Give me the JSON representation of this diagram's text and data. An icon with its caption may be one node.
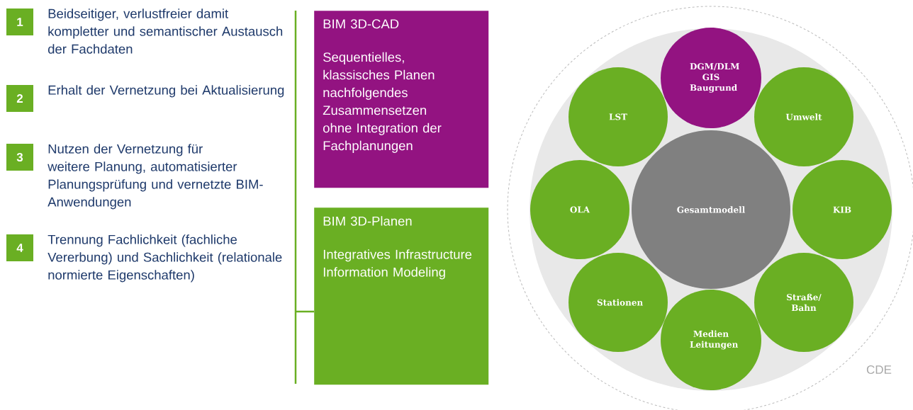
{
  "diagram": {
    "nodes": [
      {
        "text": [
          "1"
        ],
        "beside": [
          "Beidseitiger, verlustfreier damit kompletter und semantischer Austausch der Fachdaten"
        ]
      },
      {
        "text": [
          "2"
        ],
        "beside": [
          "Erhalt der Vernetzung bei Aktualisierung"
        ]
      },
      {
        "text": [
          "3"
        ],
        "beside": [
          "Nutzen der Vernetzung für weitere Planung, automatisierter Planungsprüfung und vernetzte BIM-Anwendungen"
        ]
      },
      {
        "text": [
          "4"
        ],
        "beside": [
          "Trennung Fachlichkeit (fachliche Vererbung) und Sachlichkeit (relationale normierte Eigenschaften)"
        ]
      },
      {
        "text": [
          "BIM 3D-CAD",
          "Sequentielles, klassisches Planen nachfolgendes Zusammensetzen ohne Integration der Fachplanungen"
        ]
      },
      {
        "text": [
          "BIM 3D-Planen",
          "Integratives Infrastructure Information Modeling"
        ]
      },
      {
        "text": [
          "CDE"
        ]
      },
      {
        "text": [],
        "shape": "circle",
        "in": 6
      },
      {
        "text": [
          "Gesamtmodell"
        ],
        "in": 7
      },
      {
        "text": [
          "DGM/DLM GIS Baugrund"
        ],
        "in": 7
      },
      {
        "text": [
          "Umwelt"
        ],
        "in": 7
      },
      {
        "text": [
          "KIB"
        ],
        "in": 7
      },
      {
        "text": [
          "Straße/ Bahn"
        ],
        "in": 7
      },
      {
        "text": [
          "Medien Leitungen"
        ],
        "in": 7
      },
      {
        "text": [
          "Stationen"
        ],
        "in": 7
      },
      {
        "text": [
          "OLA"
        ],
        "in": 7
      },
      {
        "text": [
          "LST"
        ],
        "in": 7
      }
    ]
  }
}
